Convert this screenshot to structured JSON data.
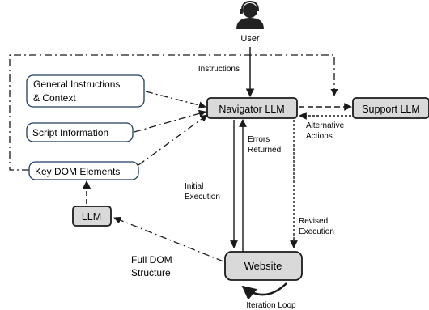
{
  "user": {
    "label": "User",
    "icon": "user-headset-icon"
  },
  "nodes": {
    "general_instructions": {
      "line1": "General Instructions",
      "line2": "& Context"
    },
    "script_information": "Script Information",
    "key_dom_elements": "Key DOM Elements",
    "navigator_llm": "Navigator LLM",
    "support_llm": "Support LLM",
    "llm": "LLM",
    "website": "Website"
  },
  "labels": {
    "instructions": "Instructions",
    "errors_returned": {
      "line1": "Errors",
      "line2": "Returned"
    },
    "alternative_actions": {
      "line1": "Alternative",
      "line2": "Actions"
    },
    "initial_execution": {
      "line1": "Initial",
      "line2": "Execution"
    },
    "revised_execution": {
      "line1": "Revised",
      "line2": "Execution"
    },
    "full_dom_structure": {
      "line1": "Full DOM",
      "line2": "Structure"
    },
    "iteration_loop": "Iteration Loop"
  },
  "colors": {
    "gray_node_fill": "#d9d9d9",
    "white_node_fill": "#ffffff",
    "stroke": "#1a1a1a",
    "blue_border": "#1f3a5f",
    "icon": "#222222"
  }
}
